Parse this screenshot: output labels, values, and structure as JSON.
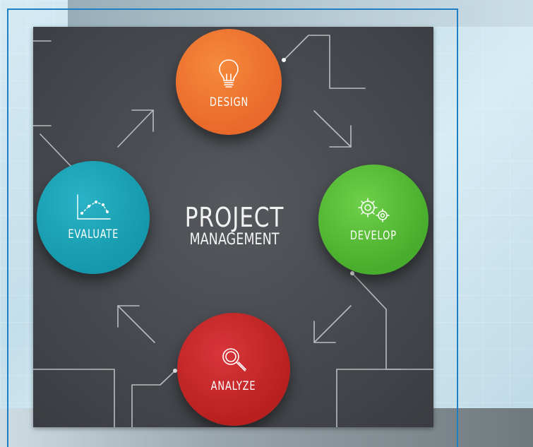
{
  "diagram": {
    "center": {
      "line1": "PROJECT",
      "line2": "MANAGEMENT"
    },
    "nodes": {
      "design": {
        "label": "DESIGN",
        "icon": "lightbulb-icon",
        "color": "#ee7131"
      },
      "develop": {
        "label": "DEVELOP",
        "icon": "gears-icon",
        "color": "#55bb35"
      },
      "analyze": {
        "label": "ANALYZE",
        "icon": "magnifier-icon",
        "color": "#c42727"
      },
      "evaluate": {
        "label": "EVALUATE",
        "icon": "chart-icon",
        "color": "#1ea5b8"
      }
    }
  },
  "colors": {
    "frame_border": "#1e7fc6",
    "card_background": "#4a4d52"
  }
}
